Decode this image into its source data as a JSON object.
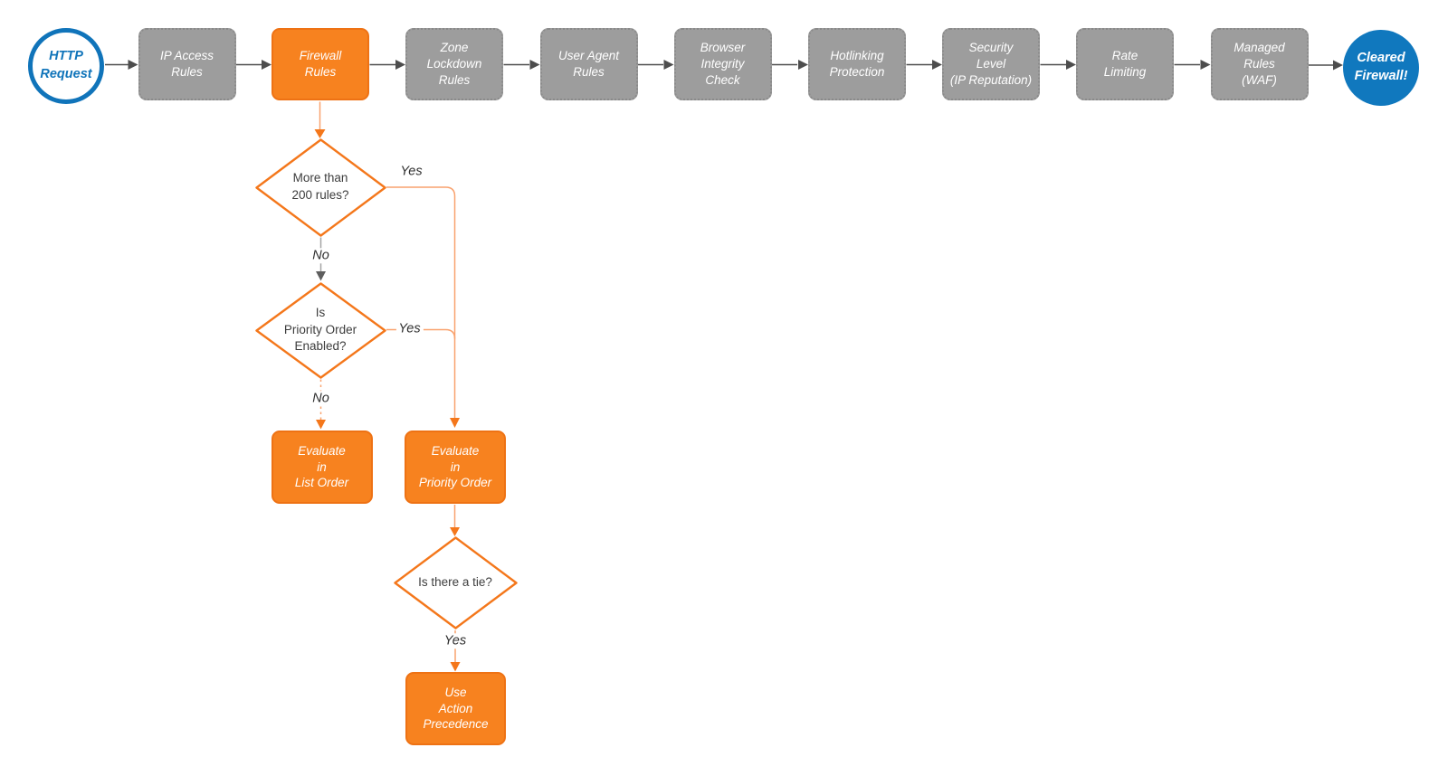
{
  "diagram": {
    "title": "HTTP request firewall evaluation flowchart",
    "start": {
      "label": "HTTP\nRequest"
    },
    "steps": [
      {
        "label": "IP Access\nRules",
        "state": "inactive"
      },
      {
        "label": "Firewall\nRules",
        "state": "active"
      },
      {
        "label": "Zone\nLockdown\nRules",
        "state": "inactive"
      },
      {
        "label": "User Agent\nRules",
        "state": "inactive"
      },
      {
        "label": "Browser\nIntegrity\nCheck",
        "state": "inactive"
      },
      {
        "label": "Hotlinking\nProtection",
        "state": "inactive"
      },
      {
        "label": "Security\nLevel\n(IP Reputation)",
        "state": "inactive"
      },
      {
        "label": "Rate\nLimiting",
        "state": "inactive"
      },
      {
        "label": "Managed\nRules\n(WAF)",
        "state": "inactive"
      }
    ],
    "end": {
      "label": "Cleared\nFirewall!"
    },
    "decisions": [
      {
        "question": "More than\n200 rules?",
        "yes": "Yes",
        "no": "No"
      },
      {
        "question": "Is\nPriority Order\nEnabled?",
        "yes": "Yes",
        "no": "No"
      },
      {
        "question": "Is there a tie?",
        "yes": "Yes"
      }
    ],
    "actions": [
      {
        "label": "Evaluate\nin\nList Order"
      },
      {
        "label": "Evaluate\nin\nPriority Order"
      },
      {
        "label": "Use\nAction\nPrecedence"
      }
    ],
    "colors": {
      "accent_orange": "#F7821F",
      "accent_orange_border": "#EE7214",
      "step_gray": "#9D9D9D",
      "brand_blue": "#1074BA",
      "end_blue": "#1078BE",
      "arrow_dark": "#4D4D4D",
      "connector_orange_line": "#F9A26E",
      "connector_orange_head": "#F4771B",
      "diamond_stroke": "#F4771B"
    }
  }
}
